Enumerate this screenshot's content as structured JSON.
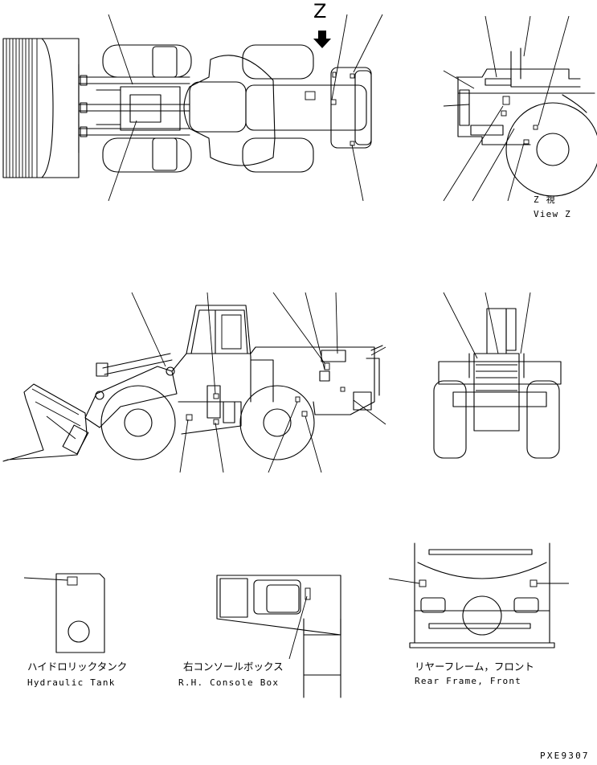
{
  "figure": {
    "view_marker": "Z",
    "view_z": {
      "jp": "Z 視",
      "en": "View Z"
    },
    "details": [
      {
        "jp": "ハイドロリックタンク",
        "en": "Hydraulic Tank"
      },
      {
        "jp": "右コンソールボックス",
        "en": "R.H. Console Box"
      },
      {
        "jp": "リヤーフレーム，フロント",
        "en": "Rear Frame, Front"
      }
    ],
    "drawing_code": "PXE9307"
  }
}
